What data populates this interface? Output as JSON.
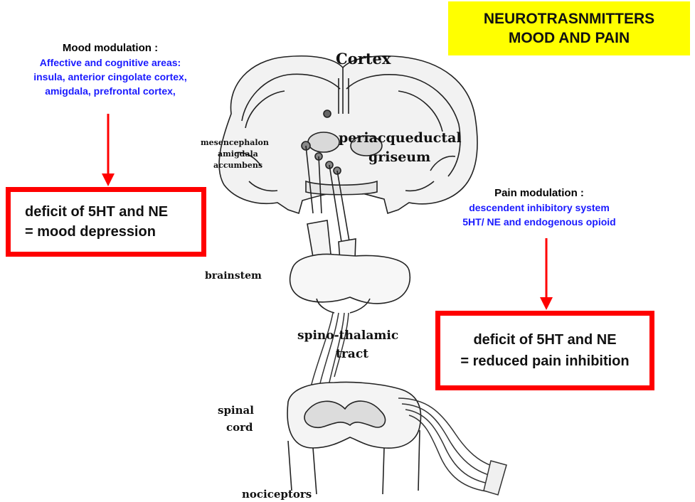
{
  "title": {
    "line1": "NEUROTRASNMITTERS",
    "line2": "MOOD AND PAIN",
    "background": "#ffff00"
  },
  "mood": {
    "heading": "Mood modulation :",
    "line1": "Affective and cognitive areas:",
    "line2": "insula, anterior cingolate cortex,",
    "line3": "amigdala,  prefrontal cortex,",
    "box_line1": "deficit of  5HT and NE",
    "box_line2": "=  mood  depression"
  },
  "pain": {
    "heading": "Pain modulation :",
    "line1": "descendent inhibitory system",
    "line2": "5HT/ NE and endogenous opioid",
    "box_line1": "deficit of  5HT and NE",
    "box_line2": "= reduced pain inhibition"
  },
  "labels": {
    "cortex": "Cortex",
    "pag1": "periacqueductal",
    "pag2": "griseum",
    "mes1": "mesencephalon",
    "mes2": "amigdala",
    "mes3": "accumbens",
    "brainstem": "brainstem",
    "tract1": "spino-thalamic",
    "tract2": "tract",
    "spinal1": "spinal",
    "spinal2": "cord",
    "nociceptors": "nociceptors"
  },
  "colors": {
    "accent_red": "#ff0000",
    "text_blue": "#1a1aff",
    "title_yellow": "#ffff00"
  }
}
